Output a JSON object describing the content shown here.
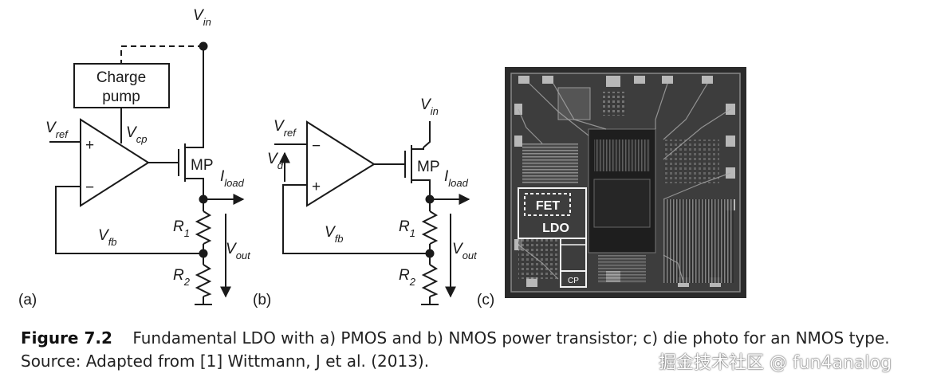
{
  "panel_a": {
    "tag": "(a)",
    "vin": "V",
    "vin_sub": "in",
    "charge_pump_line1": "Charge",
    "charge_pump_line2": "pump",
    "vref": "V",
    "vref_sub": "ref",
    "vcp": "V",
    "vcp_sub": "cp",
    "plus": "+",
    "minus": "−",
    "mp": "MP",
    "iload": "I",
    "iload_sub": "load",
    "r1": "R",
    "r1_sub": "1",
    "r2": "R",
    "r2_sub": "2",
    "vfb": "V",
    "vfb_sub": "fb",
    "vout": "V",
    "vout_sub": "out"
  },
  "panel_b": {
    "tag": "(b)",
    "vin": "V",
    "vin_sub": "in",
    "vref": "V",
    "vref_sub": "ref",
    "vd": "V",
    "vd_sub": "d",
    "plus": "+",
    "minus": "−",
    "mp": "MP",
    "iload": "I",
    "iload_sub": "load",
    "r1": "R",
    "r1_sub": "1",
    "r2": "R",
    "r2_sub": "2",
    "vfb": "V",
    "vfb_sub": "fb",
    "vout": "V",
    "vout_sub": "out"
  },
  "panel_c": {
    "tag": "(c)",
    "fet": "FET",
    "ldo": "LDO",
    "cp": "CP"
  },
  "caption": {
    "label": "Figure 7.2",
    "text": "Fundamental LDO with a) PMOS and b) NMOS power transistor; c) die photo for an NMOS type.",
    "source": "Source: Adapted from [1] Wittmann, J et al. (2013)."
  },
  "watermark": "掘金技术社区 @ fun4analog"
}
